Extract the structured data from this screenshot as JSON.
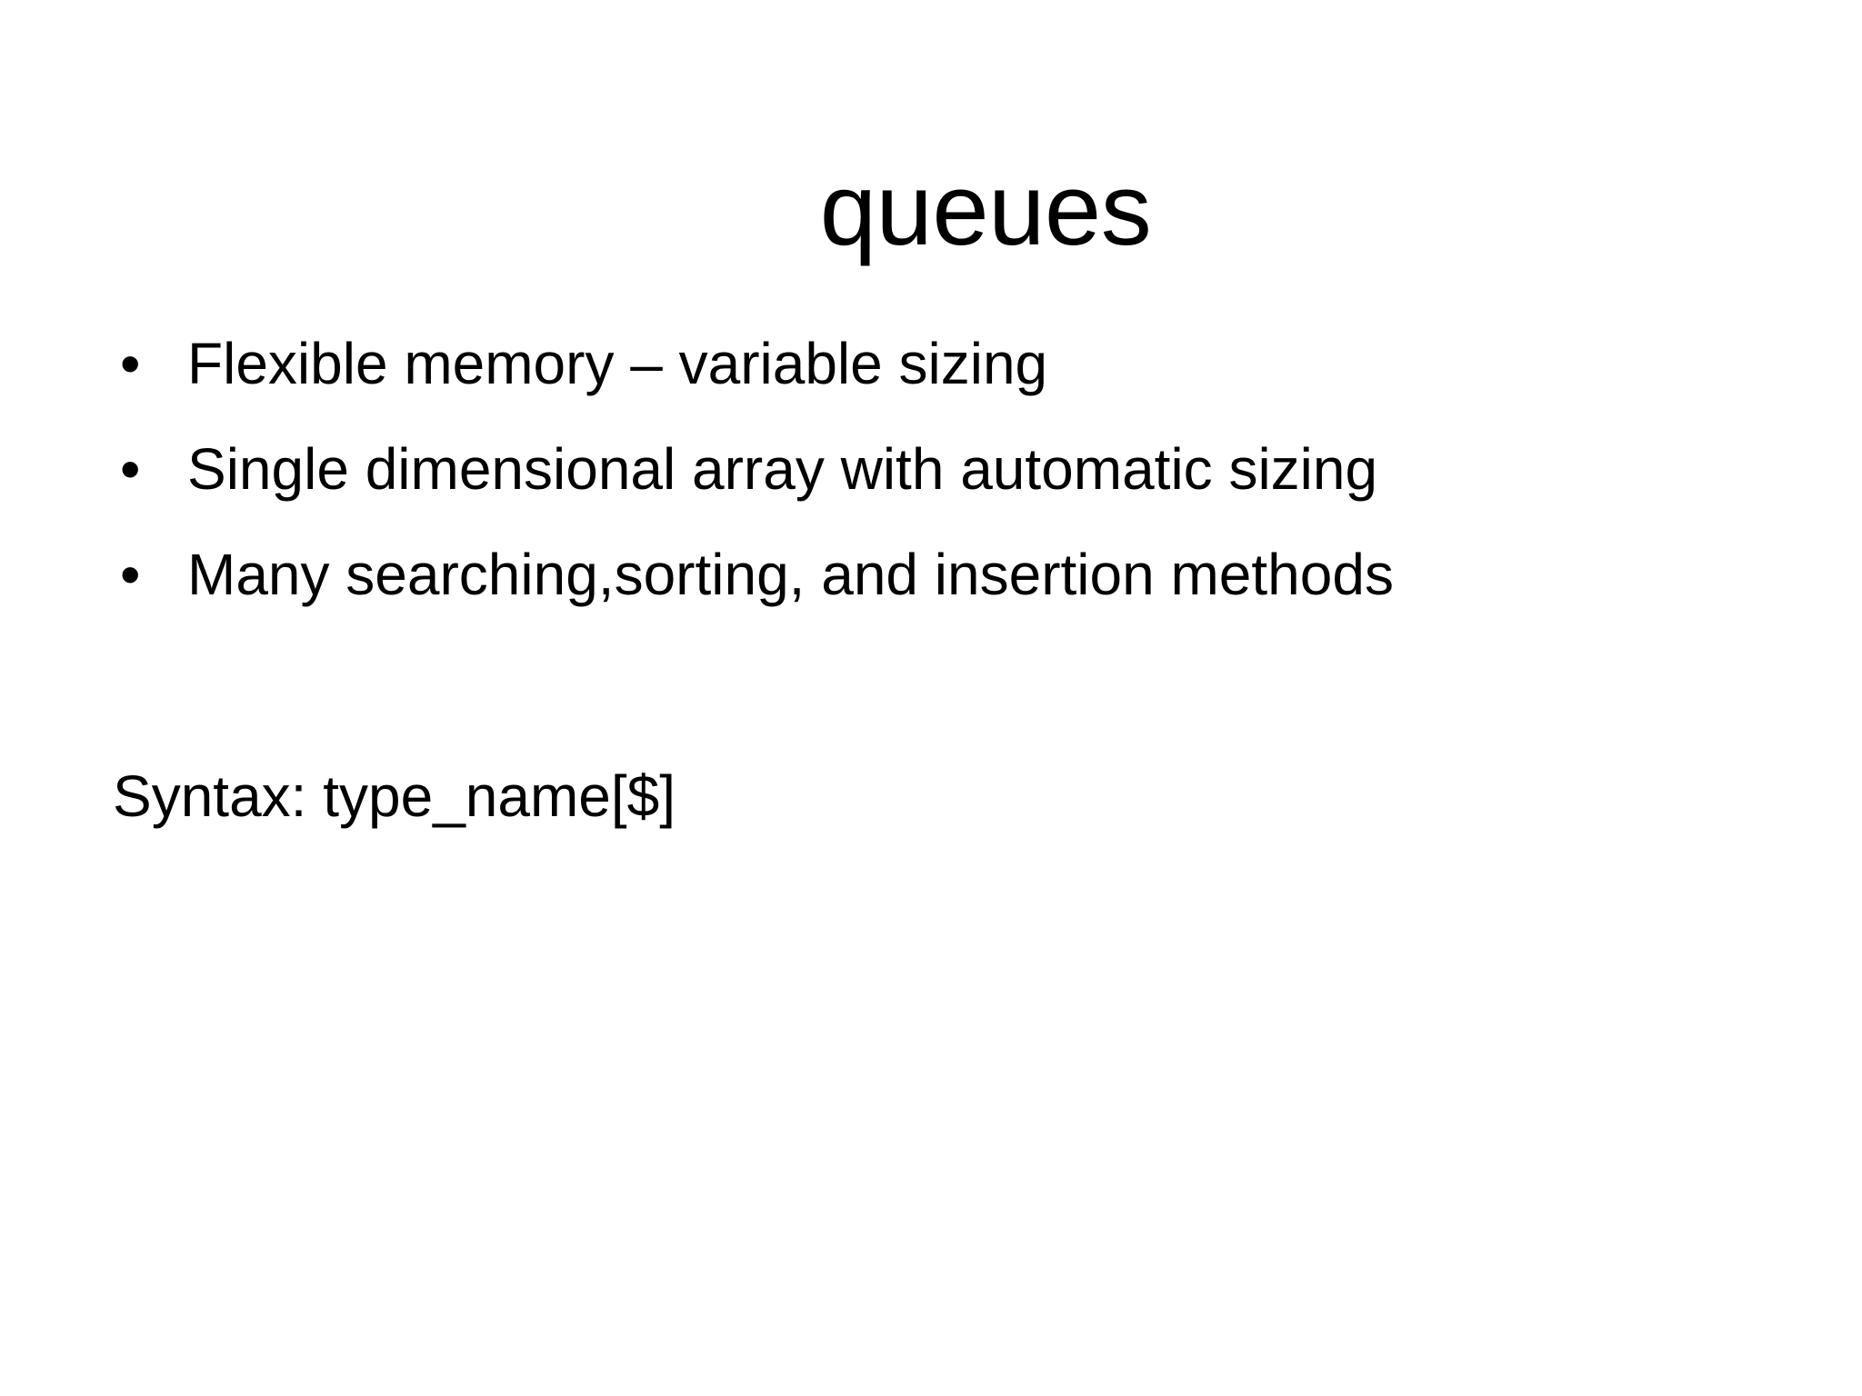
{
  "slide": {
    "background_color": "#ffffff",
    "text_color": "#000000",
    "title": "queues",
    "bullet_glyph": "•",
    "bullets": [
      {
        "text": "Flexible memory – variable sizing"
      },
      {
        "text": "Single dimensional array with automatic sizing"
      },
      {
        "text": "Many searching,sorting, and insertion methods"
      }
    ],
    "blank_paragraph": "",
    "syntax_line": "Syntax: type_name[$]"
  }
}
